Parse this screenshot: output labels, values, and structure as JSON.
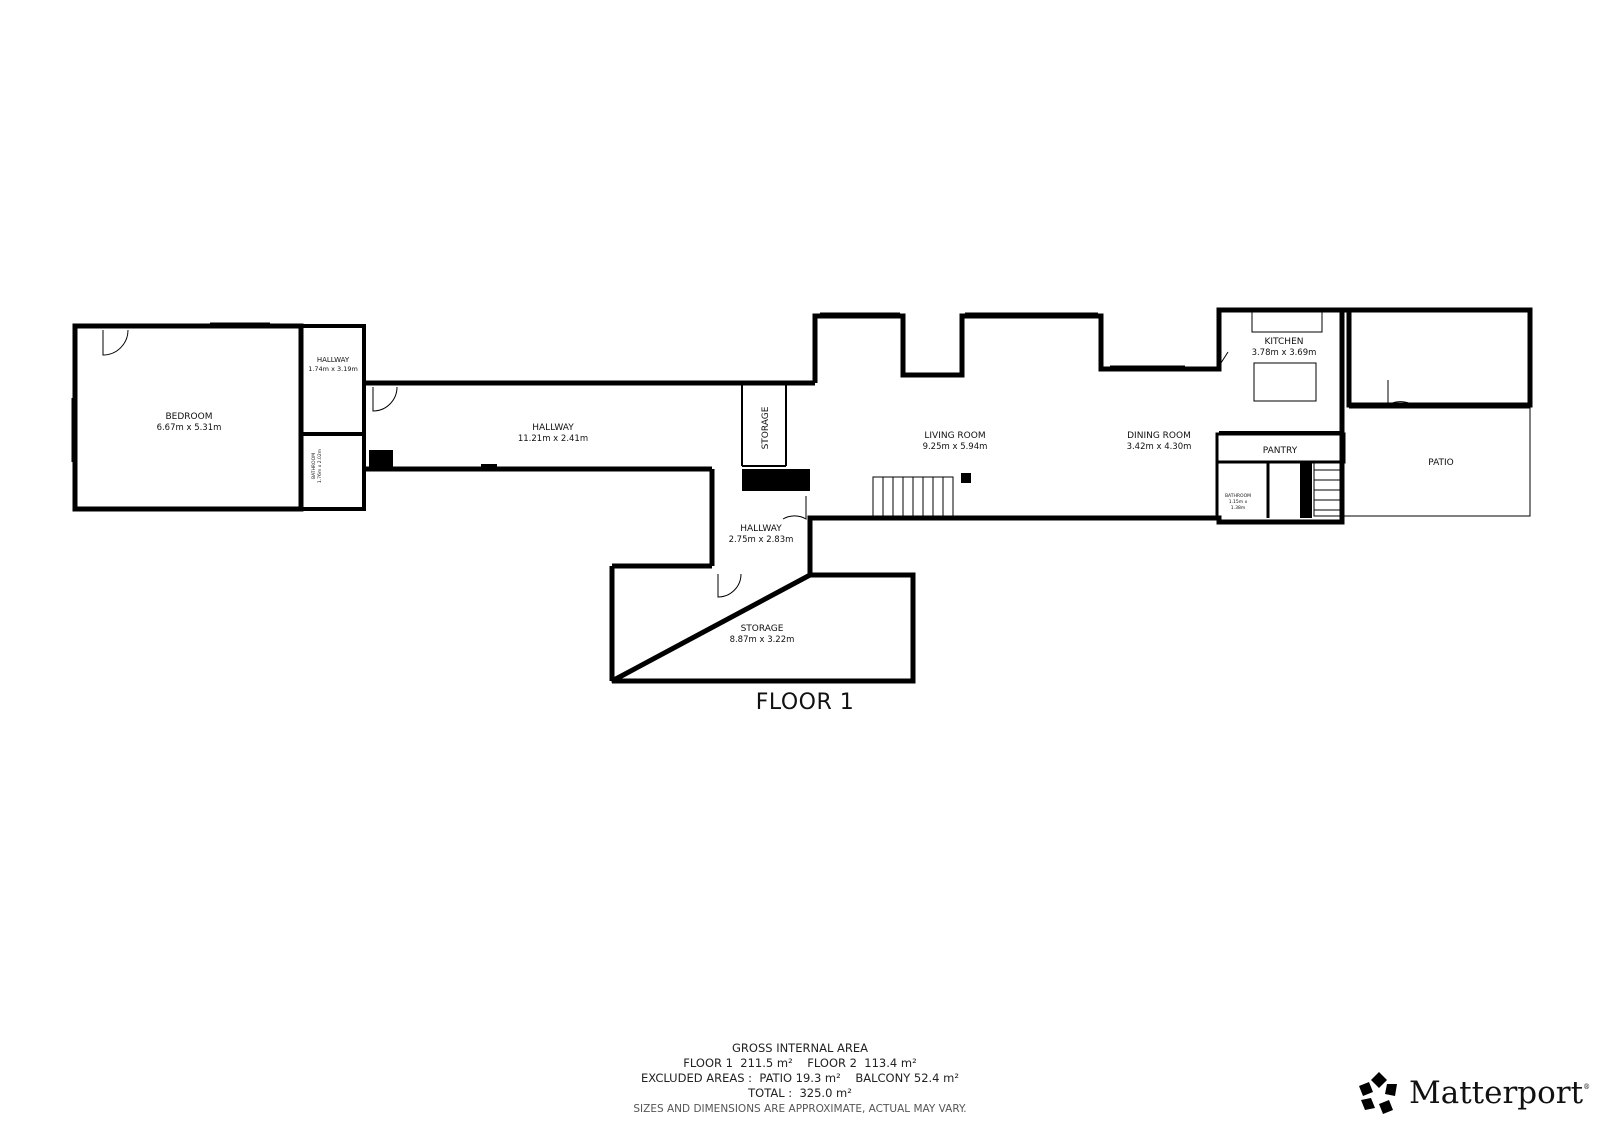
{
  "floor_title": "FLOOR 1",
  "rooms": {
    "bedroom": {
      "name": "BEDROOM",
      "dims": "6.67m x 5.31m"
    },
    "hallway_small": {
      "name": "HALLWAY",
      "dims": "1.74m x 3.19m"
    },
    "bathroom_left": {
      "name": "BATHROOM",
      "dims": "1.76m x 2.02m"
    },
    "hallway_long": {
      "name": "HALLWAY",
      "dims": "11.21m x 2.41m"
    },
    "storage_closet": {
      "name": "STORAGE"
    },
    "hallway_center": {
      "name": "HALLWAY",
      "dims": "2.75m x 2.83m"
    },
    "storage_large": {
      "name": "STORAGE",
      "dims": "8.87m x 3.22m"
    },
    "living_room": {
      "name": "LIVING ROOM",
      "dims": "9.25m x 5.94m"
    },
    "dining_room": {
      "name": "DINING ROOM",
      "dims": "3.42m x 4.30m"
    },
    "kitchen": {
      "name": "KITCHEN",
      "dims": "3.78m x 3.69m"
    },
    "pantry": {
      "name": "PANTRY"
    },
    "bathroom_right": {
      "name": "BATHROOM",
      "dims_line1": "1.15m x",
      "dims_line2": "1.38m"
    },
    "patio": {
      "name": "PATIO"
    }
  },
  "area_summary": {
    "heading": "GROSS INTERNAL AREA",
    "line1": "FLOOR 1  211.5 m²    FLOOR 2  113.4 m²",
    "line2": "EXCLUDED AREAS :  PATIO 19.3 m²    BALCONY 52.4 m²",
    "line3": "TOTAL :  325.0 m²",
    "disclaimer": "SIZES AND DIMENSIONS ARE APPROXIMATE, ACTUAL MAY VARY."
  },
  "brand": {
    "name": "Matterport",
    "tm": "®",
    "logo_icon": "matterport-logo-icon"
  },
  "colors": {
    "wall": "#000000",
    "background": "#ffffff",
    "text": "#111111"
  }
}
